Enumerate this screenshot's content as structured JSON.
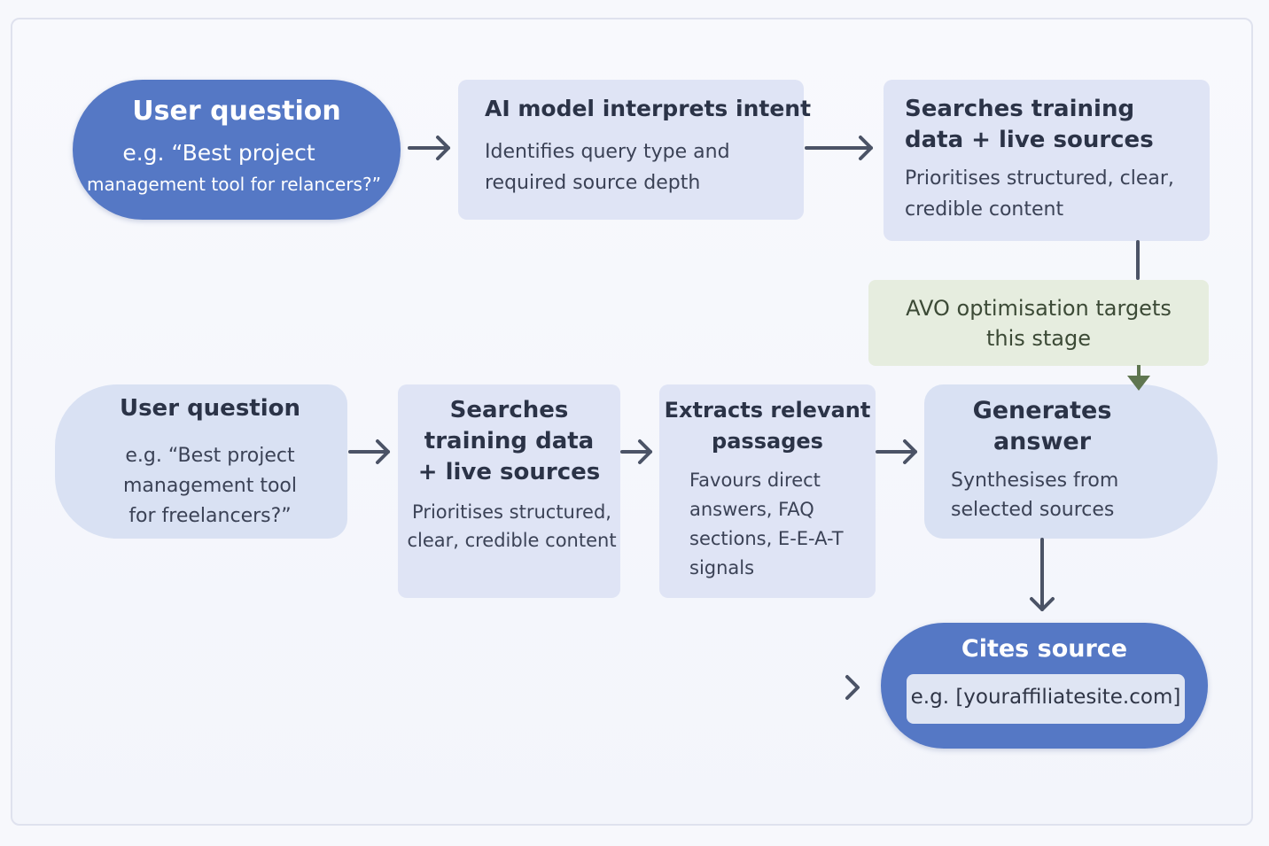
{
  "top_row": {
    "user_question": {
      "title": "User question",
      "line1": "e.g. “Best project",
      "line2": "management tool for relancers?”"
    },
    "ai_model": {
      "title": "AI model interprets intent",
      "body": "Identifies query type and required source depth"
    },
    "searches": {
      "title": "Searches training data + live sources",
      "body": "Prioritises structured, clear, credible content"
    }
  },
  "avo_note": {
    "line1": "AVO optimisation targets",
    "line2": "this stage"
  },
  "bottom_row": {
    "user_question": {
      "title": "User question",
      "body": "e.g. “Best project management tool for freelancers?”"
    },
    "searches": {
      "title": "Searches training data + live sources",
      "body": "Prioritises structured, clear, credible content"
    },
    "extracts": {
      "title": "Extracts relevant passages",
      "body": "Favours direct answers, FAQ sections, E-E-A-T signals"
    },
    "generates": {
      "title": "Generates answer",
      "body": "Synthesises from selected sources"
    }
  },
  "cites": {
    "title": "Cites source",
    "example": "e.g. [youraffiliatesite.com]"
  },
  "colors": {
    "primary_blue": "#5578c5",
    "card_blue": "#dfe4f5",
    "note_green": "#e6eddf",
    "arrow": "#4b5366"
  }
}
